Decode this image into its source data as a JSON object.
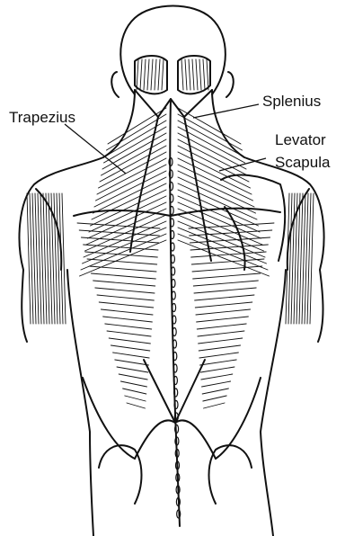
{
  "labels": {
    "trapezius": "Trapezius",
    "splenius": "Splenius",
    "levator_line1": "Levator",
    "levator_line2": "Scapula"
  },
  "colors": {
    "ink": "#111111",
    "background": "#ffffff"
  }
}
